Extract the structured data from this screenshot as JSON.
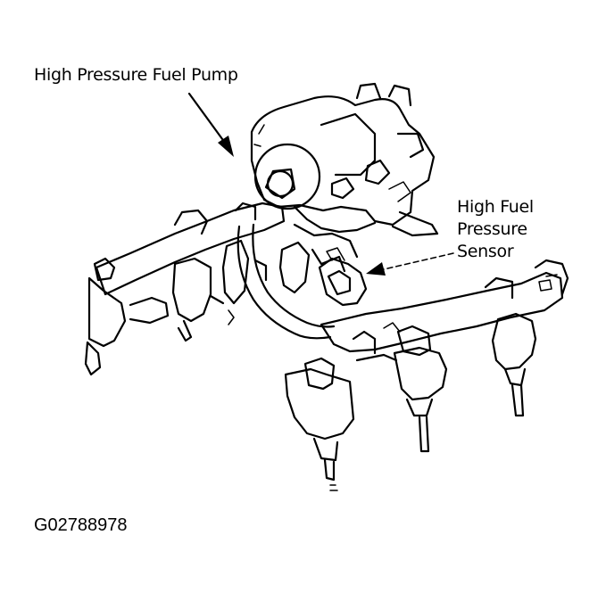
{
  "labels": {
    "pump": "High Pressure Fuel Pump",
    "sensor_line1": "High Fuel",
    "sensor_line2": "Pressure",
    "sensor_line3": "Sensor"
  },
  "figure_id": "G02788978"
}
